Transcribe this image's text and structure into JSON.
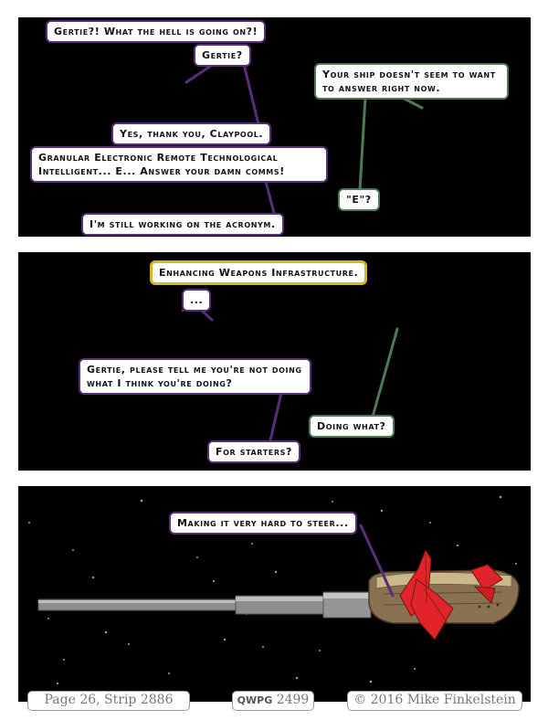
{
  "panel1": {
    "bubbles": [
      "Gertie?! What the hell is going on?!",
      "Gertie?",
      "Your ship doesn't seem to want to answer right now.",
      "Yes, thank you, Claypool.",
      "Granular Electronic Remote Technological Intelligent... E... Answer your damn comms!",
      "\"E\"?",
      "I'm still working on the acronym."
    ]
  },
  "panel2": {
    "bubbles": [
      "Enhancing Weapons Infrastructure.",
      "...",
      "Gertie, please tell me you're not doing what I think you're doing?",
      "Doing what?",
      "For starters?"
    ]
  },
  "panel3": {
    "bubbles": [
      "Making it very hard to steer..."
    ]
  },
  "footer": {
    "page_strip": "Page 26, Strip 2886",
    "logo": "QWPG",
    "number": "2499",
    "copyright": "© 2016 Mike Finkelstein"
  },
  "colors": {
    "purple_border": "#5a2d7a",
    "green_border": "#4c7a52",
    "yellow_border": "#d6b81d",
    "ship_red": "#e0242a",
    "hull_brown": "#8a7152"
  }
}
